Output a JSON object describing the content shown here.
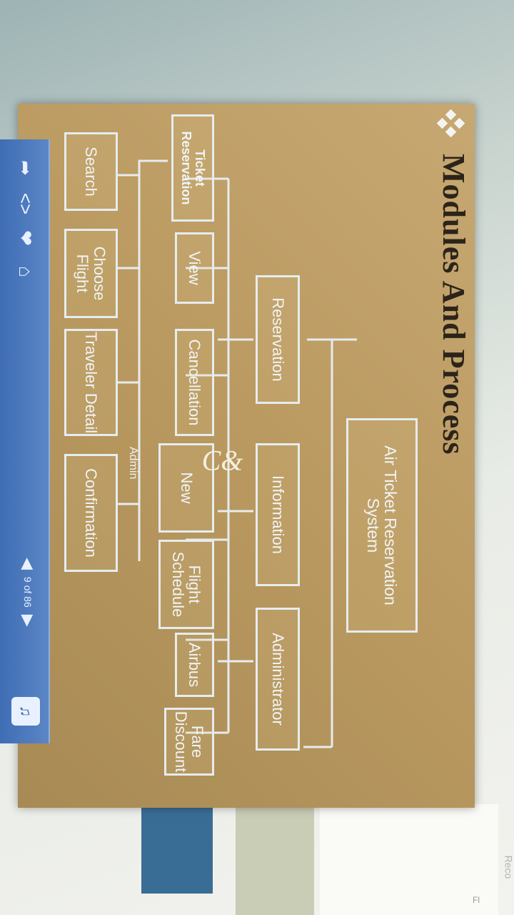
{
  "slide": {
    "title": "Modules And Process",
    "logo": "C&"
  },
  "diagram": {
    "root": "Air Ticket Reservation System",
    "level1": [
      "Reservation",
      "Information",
      "Administrator"
    ],
    "reservation_children": [
      "Ticket Reservation",
      "View",
      "Cancellation"
    ],
    "information_children": [
      "New",
      "Flight Schedule"
    ],
    "administrator_children": [
      "Airbus",
      "Fare Discount"
    ],
    "ticket_steps": [
      "Search",
      "Choose Flight",
      "Traveler Detail",
      "Confirmation"
    ],
    "admin_label": "Admin"
  },
  "toolbar": {
    "page_indicator": "9 of 86",
    "icons": [
      "share-icon",
      "code-icon",
      "heart-icon",
      "home-icon",
      "prev-icon",
      "next-icon",
      "music-icon"
    ]
  },
  "colors": {
    "slide_bg": "#b9995f",
    "toolbar_bg": "#4a78bd",
    "box_border": "#e6ecef"
  },
  "corner": {
    "text_1": "Reco",
    "text_2": "Fl"
  }
}
